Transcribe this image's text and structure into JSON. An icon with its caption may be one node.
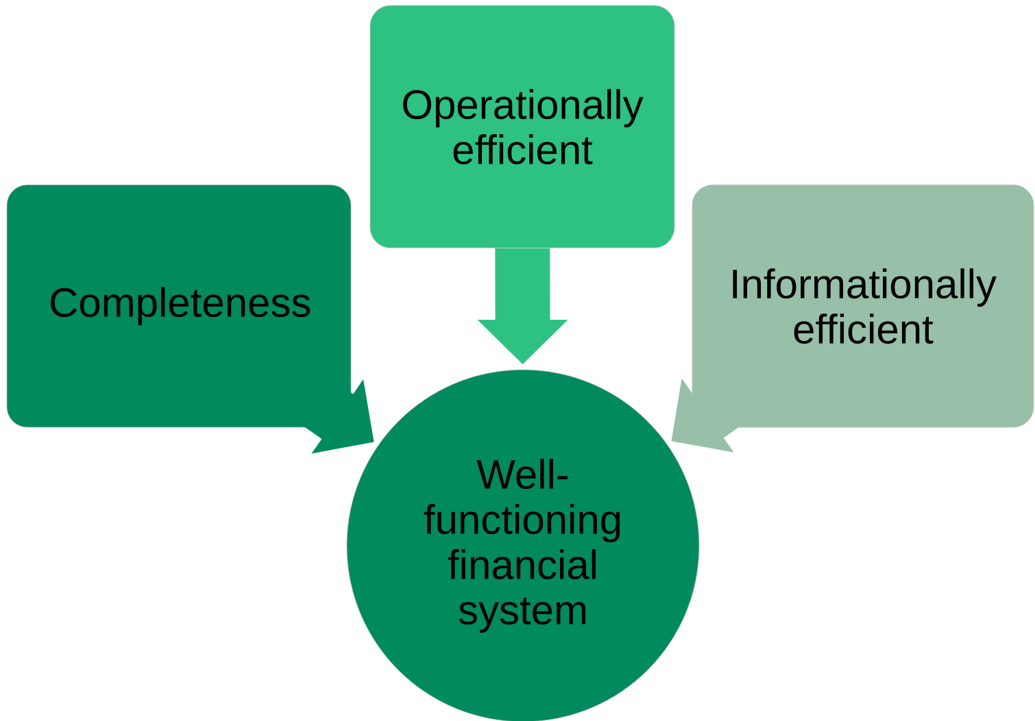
{
  "diagram": {
    "nodes": [
      {
        "text": [
          "Completeness"
        ]
      },
      {
        "text": [
          "Operationally efficient"
        ]
      },
      {
        "text": [
          "Informationally efficient"
        ]
      },
      {
        "text": [
          "Well-functioning financial system"
        ]
      }
    ],
    "edges": [
      {
        "from": 0,
        "to": 3,
        "arrow": "to",
        "style": "thick",
        "color": "#008a5e"
      },
      {
        "from": 1,
        "to": 3,
        "arrow": "to",
        "style": "thick",
        "color": "#2ec282"
      },
      {
        "from": 2,
        "to": 3,
        "arrow": "to",
        "style": "thick",
        "color": "#98bfa8"
      }
    ]
  }
}
